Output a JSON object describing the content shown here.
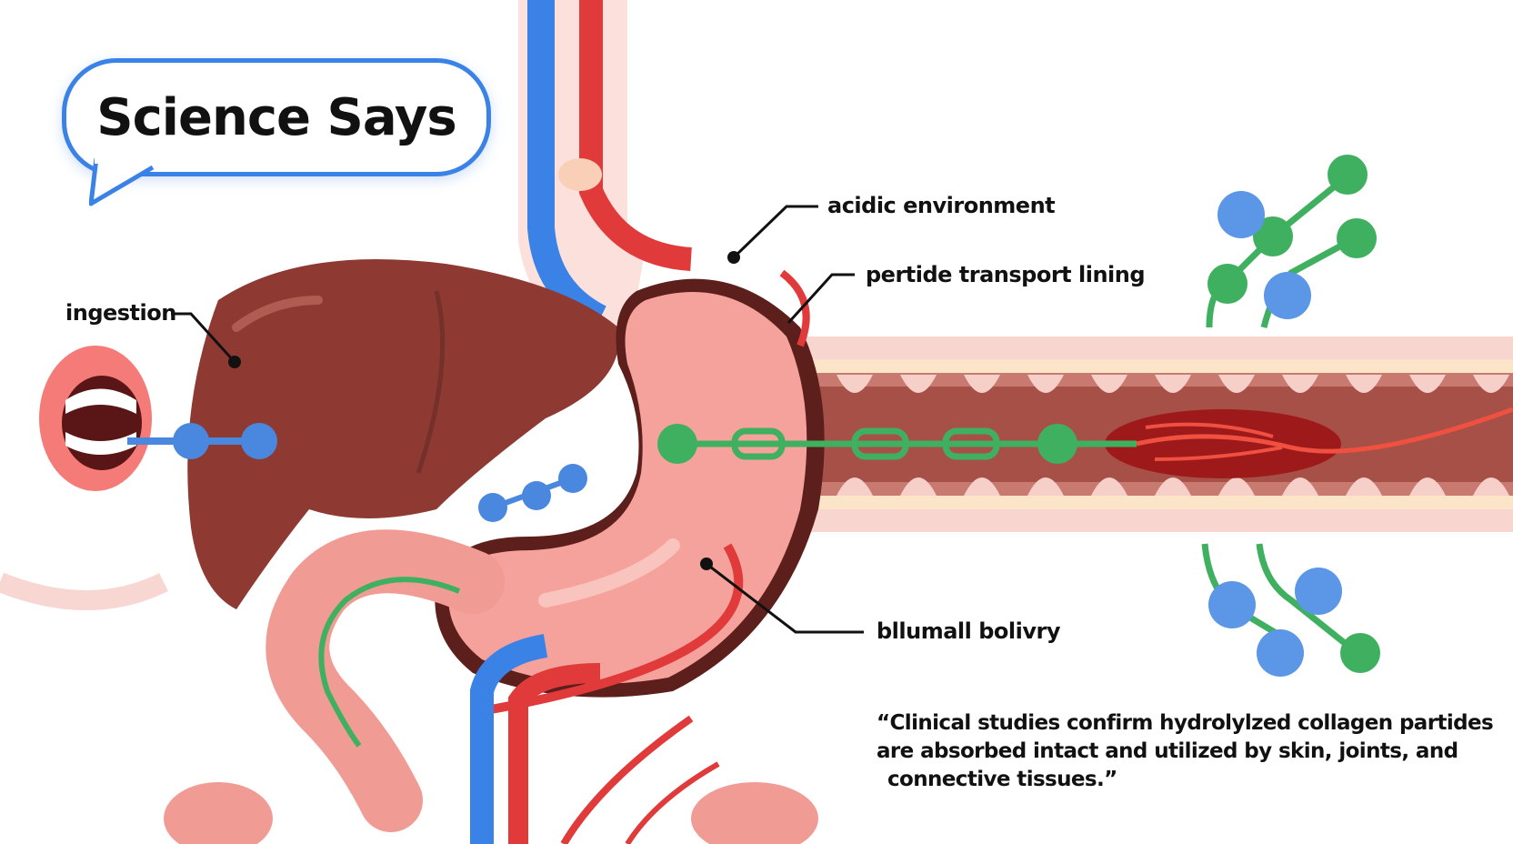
{
  "header": {
    "title": "Science Says"
  },
  "labels": {
    "ingestion": "ingestion",
    "acidic_environment": "acidic environment",
    "transport_lining": "pertide transport lining",
    "lower_label": "bllumall bolivry"
  },
  "quote": {
    "line1": "“Clinical studies confirm hydrolylzed collagen partides",
    "line2": "are absorbed intact and utilized by skin, joints, and",
    "line3": "connective tissues.”"
  },
  "colors": {
    "accent_blue": "#3b82e6",
    "liver": "#8e3a33",
    "stomach": "#f4a29b",
    "vessel_red": "#e03a3a",
    "peptide_green": "#3fb060",
    "molecule_blue": "#4a88e0"
  }
}
